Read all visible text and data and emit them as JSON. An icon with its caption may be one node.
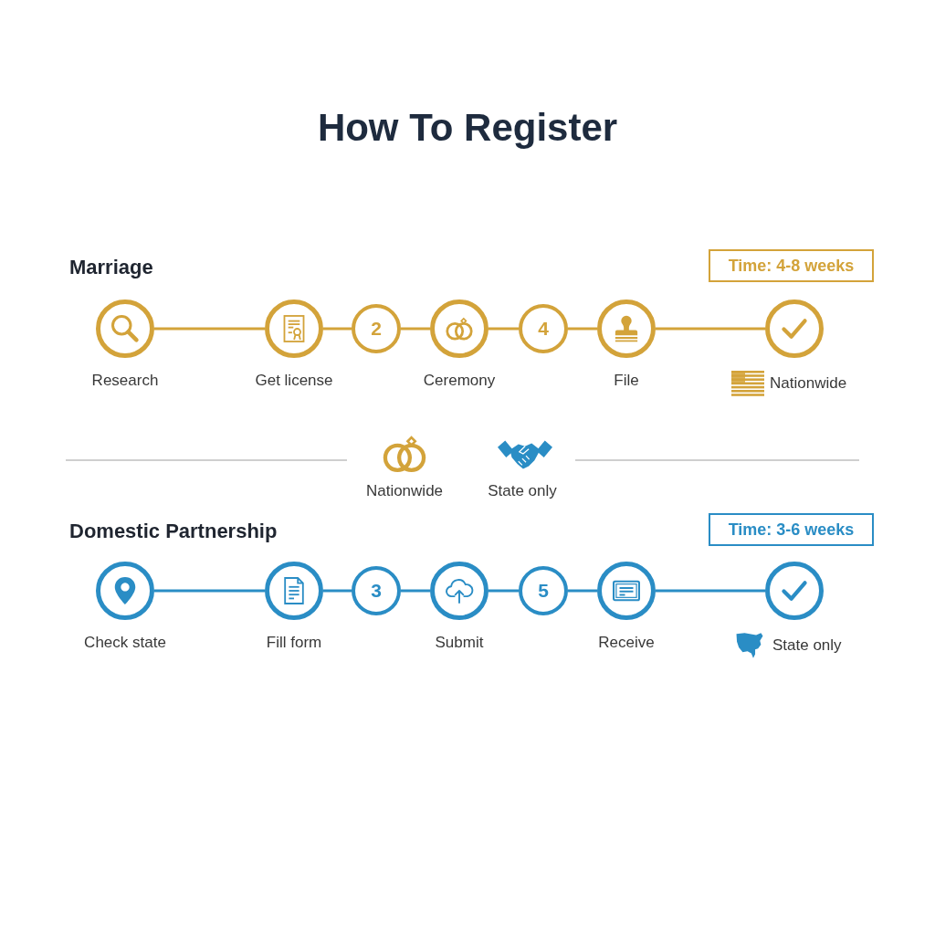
{
  "diagram": {
    "title": "How To Register",
    "nodes": [
      {
        "text": [
          "Time: 4-8 weeks"
        ]
      },
      {
        "text": [],
        "shape": "circle",
        "beside": [
          "Research"
        ]
      },
      {
        "text": [],
        "shape": "circle",
        "beside": [
          "Get license"
        ]
      },
      {
        "text": [
          "2"
        ]
      },
      {
        "text": [],
        "shape": "circle",
        "beside": [
          "Ceremony"
        ]
      },
      {
        "text": [
          "4"
        ]
      },
      {
        "text": [],
        "shape": "circle",
        "beside": [
          "File"
        ]
      },
      {
        "text": [],
        "shape": "circle",
        "beside": [
          "Nationwide"
        ]
      },
      {
        "text": [
          "Time: 3-6 weeks"
        ]
      },
      {
        "text": [],
        "shape": "circle",
        "beside": [
          "Check state"
        ]
      },
      {
        "text": [],
        "shape": "circle",
        "beside": [
          "Fill form"
        ]
      },
      {
        "text": [
          "3"
        ]
      },
      {
        "text": [],
        "shape": "circle",
        "beside": [
          "Submit"
        ]
      },
      {
        "text": [
          "5"
        ]
      },
      {
        "text": [],
        "shape": "circle",
        "beside": [
          "Receive"
        ]
      },
      {
        "text": [],
        "shape": "circle",
        "beside": [
          "State only"
        ]
      }
    ],
    "edges": [
      {
        "from": 1,
        "to": 2,
        "arrow": "none",
        "color": "#d3a33a"
      },
      {
        "from": 2,
        "to": 3,
        "arrow": "none",
        "color": "#d3a33a"
      },
      {
        "from": 3,
        "to": 4,
        "arrow": "none",
        "color": "#d3a33a"
      },
      {
        "from": 4,
        "to": 5,
        "arrow": "none",
        "color": "#d3a33a"
      },
      {
        "from": 5,
        "to": 6,
        "arrow": "none",
        "color": "#d3a33a"
      },
      {
        "from": 6,
        "to": 7,
        "arrow": "none",
        "color": "#d3a33a"
      },
      {
        "from": 9,
        "to": 10,
        "arrow": "none",
        "color": "#2a8dc5"
      },
      {
        "from": 10,
        "to": 11,
        "arrow": "none",
        "color": "#2a8dc5"
      },
      {
        "from": 11,
        "to": 12,
        "arrow": "none",
        "color": "#2a8dc5"
      },
      {
        "from": 12,
        "to": 13,
        "arrow": "none",
        "color": "#2a8dc5"
      },
      {
        "from": 13,
        "to": 14,
        "arrow": "none",
        "color": "#2a8dc5"
      },
      {
        "from": 14,
        "to": 15,
        "arrow": "none",
        "color": "#2a8dc5"
      }
    ],
    "labels": [
      "Marriage",
      "Domestic Partnership"
    ],
    "legend": [
      {
        "text": "Nationwide"
      },
      {
        "text": "State only"
      }
    ]
  }
}
